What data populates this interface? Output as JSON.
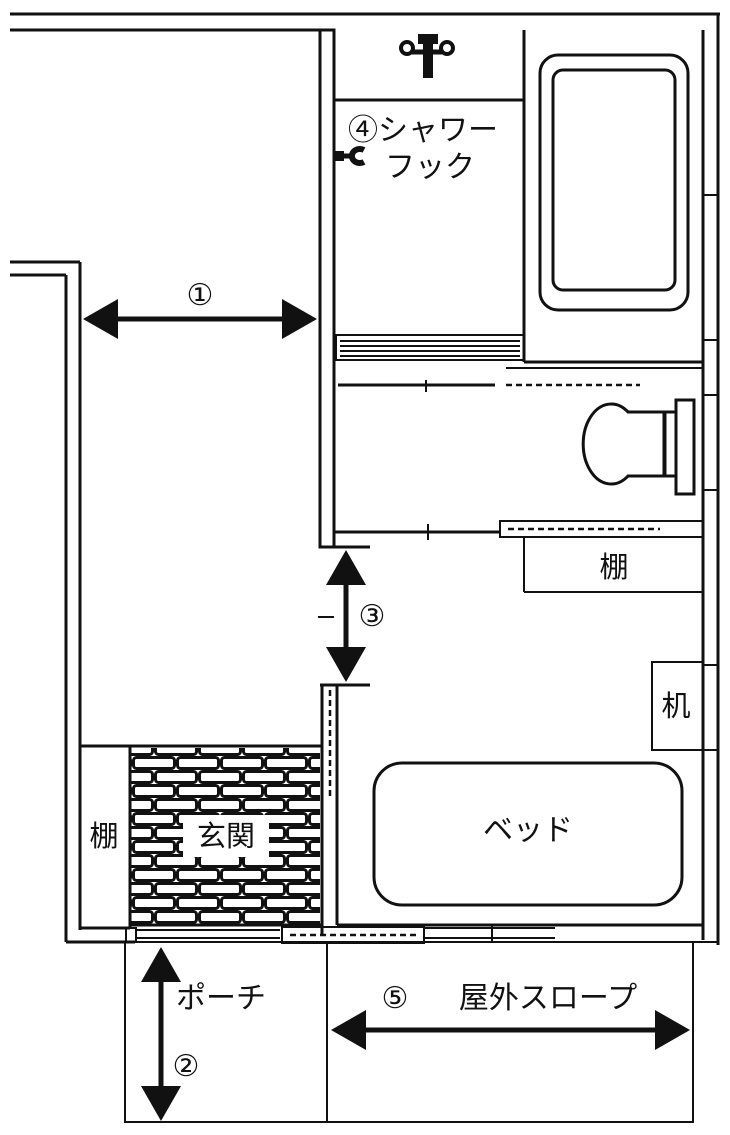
{
  "labels": {
    "dim1": "①",
    "dim2": "②",
    "dim3": "③",
    "shower_hook": "④シャワー\nフック",
    "shower_line1": "④シャワー",
    "shower_line2": "フック",
    "shelf_right": "棚",
    "desk": "机",
    "bed": "ベッド",
    "genkan": "玄関",
    "shelf_left": "棚",
    "porch": "ポーチ",
    "slope_num": "⑤",
    "slope": "屋外スロープ"
  }
}
